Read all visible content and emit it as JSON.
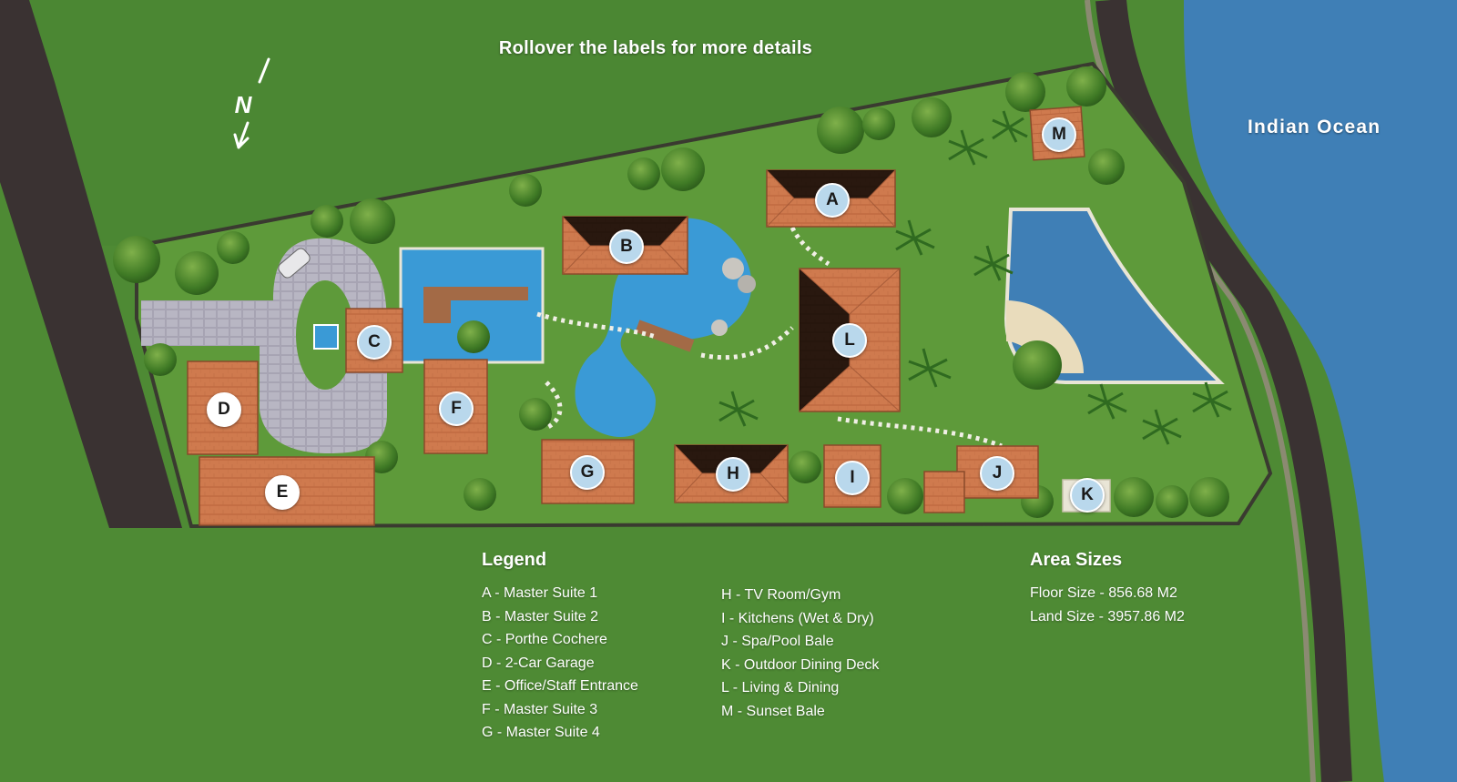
{
  "header": {
    "hint": "Rollover the labels for more details"
  },
  "map": {
    "north_label": "N",
    "ocean_label": "Indian Ocean",
    "markers": [
      {
        "id": "A",
        "label": "A"
      },
      {
        "id": "B",
        "label": "B"
      },
      {
        "id": "C",
        "label": "C"
      },
      {
        "id": "D",
        "label": "D"
      },
      {
        "id": "E",
        "label": "E"
      },
      {
        "id": "F",
        "label": "F"
      },
      {
        "id": "G",
        "label": "G"
      },
      {
        "id": "H",
        "label": "H"
      },
      {
        "id": "I",
        "label": "I"
      },
      {
        "id": "J",
        "label": "J"
      },
      {
        "id": "K",
        "label": "K"
      },
      {
        "id": "L",
        "label": "L"
      },
      {
        "id": "M",
        "label": "M"
      }
    ]
  },
  "legend": {
    "title": "Legend",
    "col1": [
      "A - Master Suite 1",
      "B - Master Suite 2",
      "C - Porthe Cochere",
      "D - 2-Car Garage",
      "E - Office/Staff Entrance",
      "F - Master Suite 3",
      "G - Master Suite 4"
    ],
    "col2": [
      "H - TV Room/Gym",
      " I - Kitchens (Wet & Dry)",
      "J - Spa/Pool Bale",
      "K - Outdoor Dining Deck",
      "L - Living & Dining",
      "M - Sunset Bale"
    ]
  },
  "areas": {
    "title": "Area Sizes",
    "items": [
      "Floor Size - 856.68 M2",
      "Land Size - 3957.86 M2"
    ]
  },
  "colors": {
    "grass": "#4e8a34",
    "lawn": "#5e9a3a",
    "road": "#3a3232",
    "ocean": "#3f7fb6",
    "pool": "#3a9ad6",
    "roof": "#cf7a4e",
    "marker": "#b9d8ec"
  }
}
